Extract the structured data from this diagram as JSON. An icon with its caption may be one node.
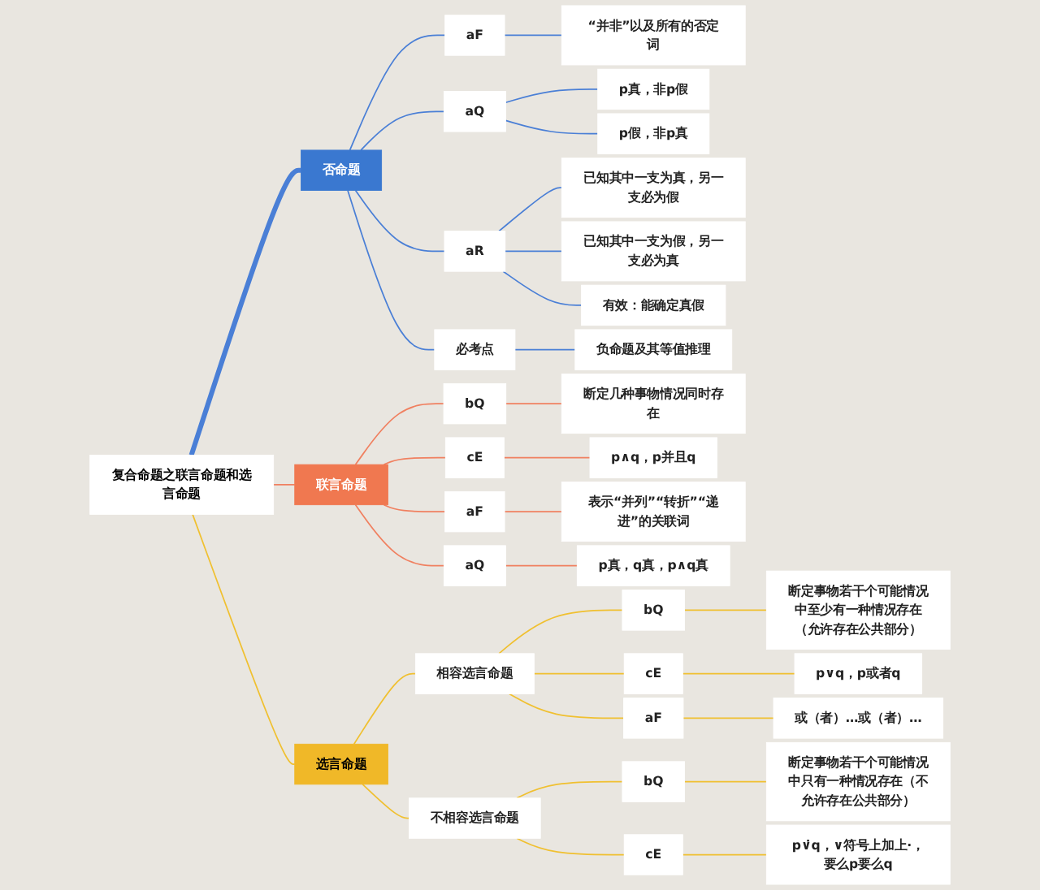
{
  "diagram": {
    "nodes": [
      {
        "text": [
          "复合命题之联言命题和选言命题"
        ]
      },
      {
        "text": [
          "否命题"
        ]
      },
      {
        "text": [
          "aF"
        ]
      },
      {
        "text": [
          "“并非”以及所有的否定词"
        ]
      },
      {
        "text": [
          "aQ"
        ]
      },
      {
        "text": [
          "p真，非p假"
        ]
      },
      {
        "text": [
          "p假，非p真"
        ]
      },
      {
        "text": [
          "aR"
        ]
      },
      {
        "text": [
          "已知其中一支为真，另一支必为假"
        ]
      },
      {
        "text": [
          "已知其中一支为假，另一支必为真"
        ]
      },
      {
        "text": [
          "有效：能确定真假"
        ]
      },
      {
        "text": [
          "必考点"
        ]
      },
      {
        "text": [
          "负命题及其等值推理"
        ]
      },
      {
        "text": [
          "联言命题"
        ]
      },
      {
        "text": [
          "bQ"
        ]
      },
      {
        "text": [
          "断定几种事物情况同时存在"
        ]
      },
      {
        "text": [
          "cE"
        ]
      },
      {
        "text": [
          "p∧q，p并且q"
        ]
      },
      {
        "text": [
          "aF"
        ]
      },
      {
        "text": [
          "表示“并列”“转折”“递进”的关联词"
        ]
      },
      {
        "text": [
          "aQ"
        ]
      },
      {
        "text": [
          "p真，q真，p∧q真"
        ]
      },
      {
        "text": [
          "选言命题"
        ]
      },
      {
        "text": [
          "相容选言命题"
        ]
      },
      {
        "text": [
          "bQ"
        ]
      },
      {
        "text": [
          "断定事物若干个可能情况中至少有一种情况存在（允许存在公共部分）"
        ]
      },
      {
        "text": [
          "cE"
        ]
      },
      {
        "text": [
          "p∨q，p或者q"
        ]
      },
      {
        "text": [
          "aF"
        ]
      },
      {
        "text": [
          "或（者）…或（者）…"
        ]
      },
      {
        "text": [
          "不相容选言命题"
        ]
      },
      {
        "text": [
          "bQ"
        ]
      },
      {
        "text": [
          "断定事物若干个可能情况中只有一种情况存在（不允许存在公共部分）"
        ]
      },
      {
        "text": [
          "cE"
        ]
      },
      {
        "text": [
          "p∨̇q，∨符号上加上·，要么p要么q"
        ]
      }
    ],
    "edges": [
      {
        "from": 0,
        "to": 1,
        "arrow": "none",
        "style": "thick",
        "color": "#4a7fd6"
      },
      {
        "from": 1,
        "to": 2,
        "arrow": "none",
        "color": "#4a7fd6"
      },
      {
        "from": 2,
        "to": 3,
        "arrow": "none",
        "color": "#4a7fd6"
      },
      {
        "from": 1,
        "to": 4,
        "arrow": "none",
        "color": "#4a7fd6"
      },
      {
        "from": 4,
        "to": 5,
        "arrow": "none",
        "color": "#4a7fd6"
      },
      {
        "from": 4,
        "to": 6,
        "arrow": "none",
        "color": "#4a7fd6"
      },
      {
        "from": 1,
        "to": 7,
        "arrow": "none",
        "color": "#4a7fd6"
      },
      {
        "from": 7,
        "to": 8,
        "arrow": "none",
        "color": "#4a7fd6"
      },
      {
        "from": 7,
        "to": 9,
        "arrow": "none",
        "color": "#4a7fd6"
      },
      {
        "from": 7,
        "to": 10,
        "arrow": "none",
        "color": "#4a7fd6"
      },
      {
        "from": 1,
        "to": 11,
        "arrow": "none",
        "color": "#4a7fd6"
      },
      {
        "from": 11,
        "to": 12,
        "arrow": "none",
        "color": "#4a7fd6"
      },
      {
        "from": 0,
        "to": 13,
        "arrow": "none",
        "color": "#f08060"
      },
      {
        "from": 13,
        "to": 14,
        "arrow": "none",
        "color": "#f08060"
      },
      {
        "from": 14,
        "to": 15,
        "arrow": "none",
        "color": "#f08060"
      },
      {
        "from": 13,
        "to": 16,
        "arrow": "none",
        "color": "#f08060"
      },
      {
        "from": 16,
        "to": 17,
        "arrow": "none",
        "color": "#f08060"
      },
      {
        "from": 13,
        "to": 18,
        "arrow": "none",
        "color": "#f08060"
      },
      {
        "from": 18,
        "to": 19,
        "arrow": "none",
        "color": "#f08060"
      },
      {
        "from": 13,
        "to": 20,
        "arrow": "none",
        "color": "#f08060"
      },
      {
        "from": 20,
        "to": 21,
        "arrow": "none",
        "color": "#f08060"
      },
      {
        "from": 0,
        "to": 22,
        "arrow": "none"
      },
      {
        "from": 22,
        "to": 23,
        "arrow": "none"
      },
      {
        "from": 23,
        "to": 24,
        "arrow": "none"
      },
      {
        "from": 24,
        "to": 25,
        "arrow": "none"
      },
      {
        "from": 23,
        "to": 26,
        "arrow": "none"
      },
      {
        "from": 26,
        "to": 27,
        "arrow": "none"
      },
      {
        "from": 23,
        "to": 28,
        "arrow": "none"
      },
      {
        "from": 28,
        "to": 29,
        "arrow": "none"
      },
      {
        "from": 22,
        "to": 30,
        "arrow": "none"
      },
      {
        "from": 30,
        "to": 31,
        "arrow": "none"
      },
      {
        "from": 31,
        "to": 32,
        "arrow": "none"
      },
      {
        "from": 30,
        "to": 33,
        "arrow": "none"
      },
      {
        "from": 33,
        "to": 34,
        "arrow": "none"
      }
    ]
  }
}
